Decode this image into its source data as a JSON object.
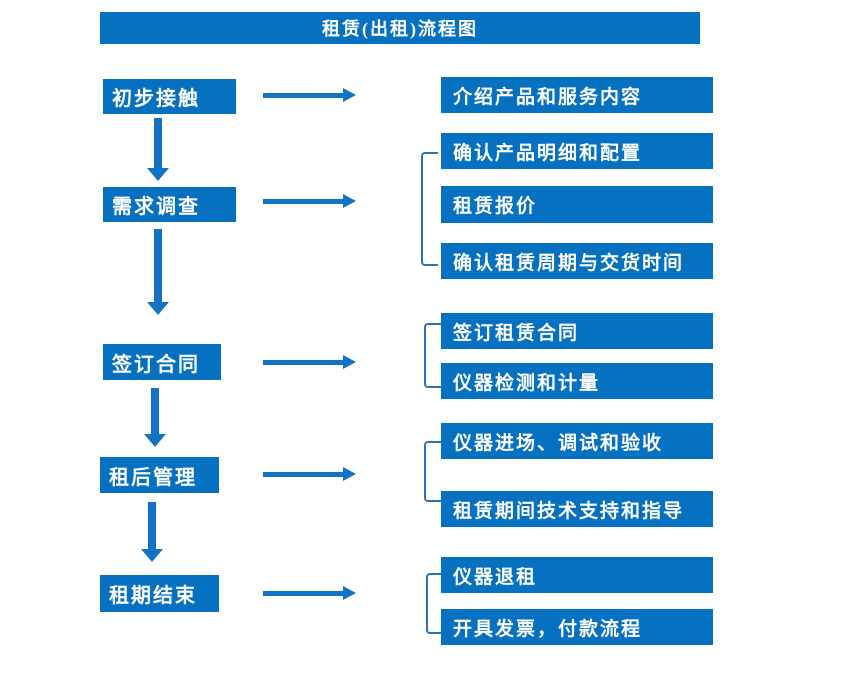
{
  "title": "租赁(出租)流程图",
  "colors": {
    "box_blue": "#0670c1",
    "arrow_blue": "#1272c6",
    "bracket_blue": "#2e74b5",
    "text": "#ffffff",
    "background": "#ffffff"
  },
  "stages": [
    {
      "label": "初步接触",
      "steps": [
        "介绍产品和服务内容"
      ]
    },
    {
      "label": "需求调查",
      "steps": [
        "确认产品明细和配置",
        "租赁报价",
        "确认租赁周期与交货时间"
      ]
    },
    {
      "label": "签订合同",
      "steps": [
        "签订租赁合同",
        "仪器检测和计量"
      ]
    },
    {
      "label": "租后管理",
      "steps": [
        "仪器进场、调试和验收",
        "租赁期间技术支持和指导"
      ]
    },
    {
      "label": "租期结束",
      "steps": [
        "仪器退租",
        "开具发票，付款流程"
      ]
    }
  ]
}
